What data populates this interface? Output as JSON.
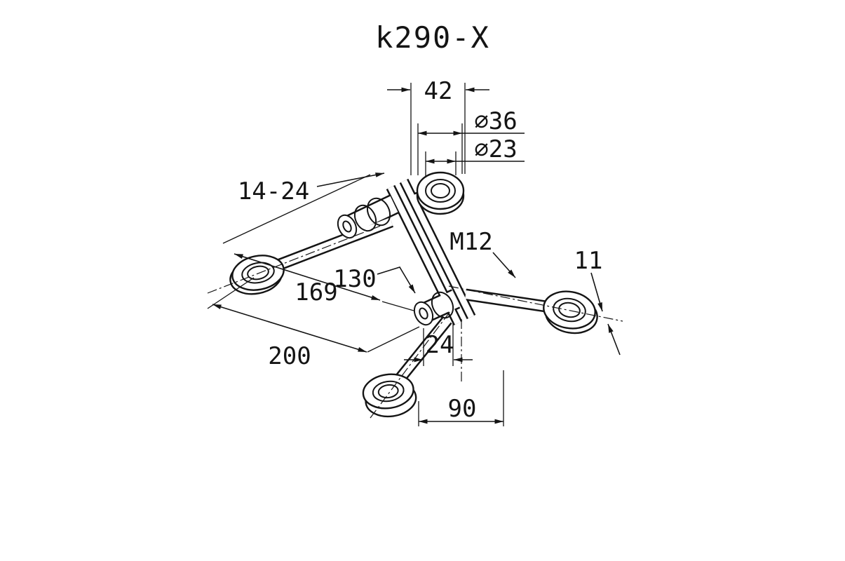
{
  "drawing": {
    "title": "k290-X",
    "dims": {
      "top_width": "42",
      "dia_outer": "⌀36",
      "dia_inner": "⌀23",
      "clamp_range": "14-24",
      "thread": "M12",
      "ring_thickness": "11",
      "length_169": "169",
      "length_130": "130",
      "length_200": "200",
      "boss_width": "24",
      "offset_90": "90"
    }
  }
}
